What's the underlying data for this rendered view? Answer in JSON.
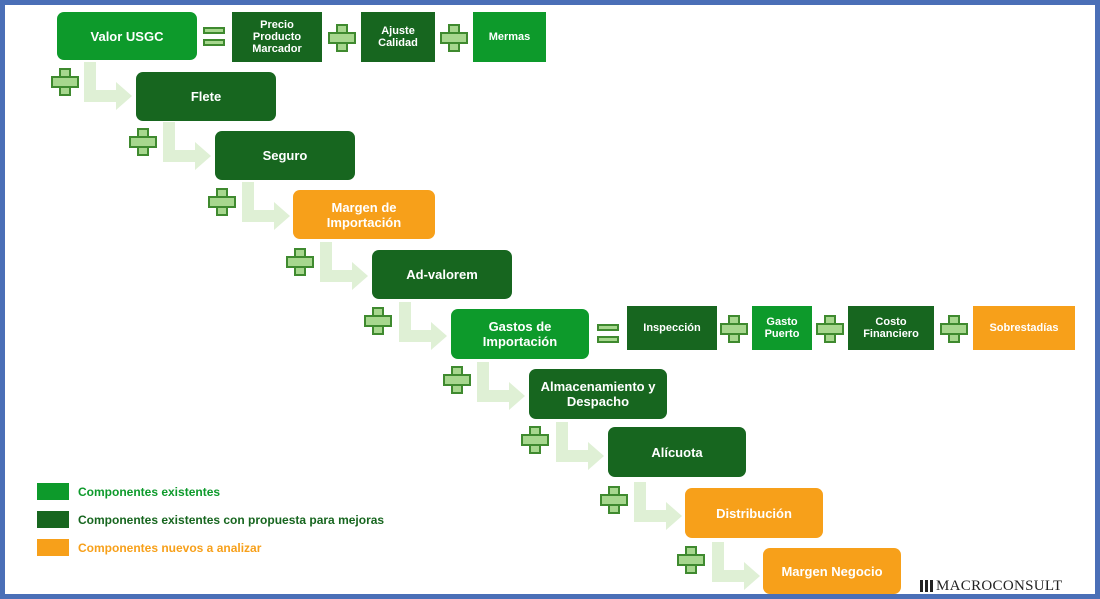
{
  "boxes": {
    "valor_usgc": "Valor USGC",
    "precio_producto_marcador": "Precio Producto Marcador",
    "ajuste_calidad": "Ajuste Calidad",
    "mermas": "Mermas",
    "flete": "Flete",
    "seguro": "Seguro",
    "margen_importacion": "Margen de Importación",
    "ad_valorem": "Ad-valorem",
    "gastos_importacion": "Gastos de Importación",
    "inspeccion": "Inspección",
    "gasto_puerto": "Gasto Puerto",
    "costo_financiero": "Costo Financiero",
    "sobrestadias": "Sobrestadías",
    "almacenamiento_despacho": "Almacenamiento y Despacho",
    "alicuota": "Alícuota",
    "distribucion": "Distribución",
    "margen_negocio": "Margen Negocio"
  },
  "legend": {
    "existentes": "Componentes existentes",
    "mejoras": "Componentes existentes con propuesta para mejoras",
    "nuevos": "Componentes nuevos a analizar"
  },
  "colors": {
    "existentes": "#0d9a2b",
    "mejoras": "#17661f",
    "nuevos": "#f7a01a",
    "operator": "#a7d78e",
    "arrow": "#dff0d5"
  },
  "logo": {
    "text": "MACROCONSULT"
  }
}
